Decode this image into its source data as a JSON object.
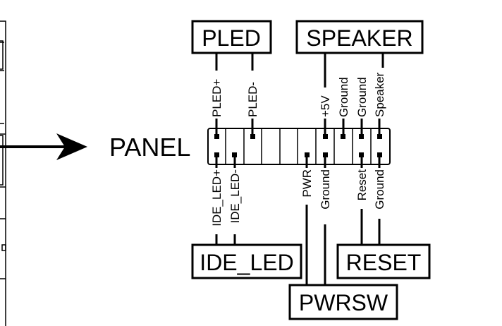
{
  "header_label": "PANEL",
  "boxes": {
    "pled": "PLED",
    "speaker": "SPEAKER",
    "ide_led": "IDE_LED",
    "reset": "RESET",
    "pwrsw": "PWRSW"
  },
  "top_pins": {
    "pled_plus": "PLED+",
    "pled_minus": "PLED-",
    "plus5v": "+5V",
    "ground1": "Ground",
    "ground2": "Ground",
    "speaker": "Speaker"
  },
  "bottom_pins": {
    "ide_led_plus": "IDE_LED+",
    "ide_led_minus": "IDE_LED-",
    "pwr": "PWR",
    "ground_pwr": "Ground",
    "reset": "Reset",
    "ground_reset": "Ground"
  }
}
